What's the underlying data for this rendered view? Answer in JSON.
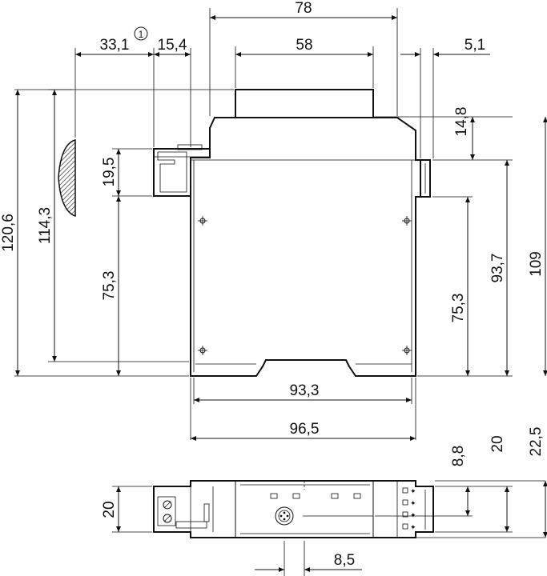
{
  "dimensions": {
    "width_total": "78",
    "width_top": "58",
    "offset_left": "33,1",
    "offset_left_note": "1",
    "width_connector": "15,4",
    "offset_right": "5,1",
    "height_total": "120,6",
    "height_rail": "114,3",
    "height_connector": "19,5",
    "height_lower_left": "75,3",
    "height_top_right": "14,8",
    "height_mid_right": "93,7",
    "height_full_right": "109",
    "height_lower_right": "75,3",
    "width_inner": "93,3",
    "width_outer": "96,5",
    "bottom_height_left": "20",
    "bottom_height_a": "8,8",
    "bottom_height_b": "20",
    "bottom_height_c": "22,5",
    "bottom_pitch": "8,5"
  }
}
